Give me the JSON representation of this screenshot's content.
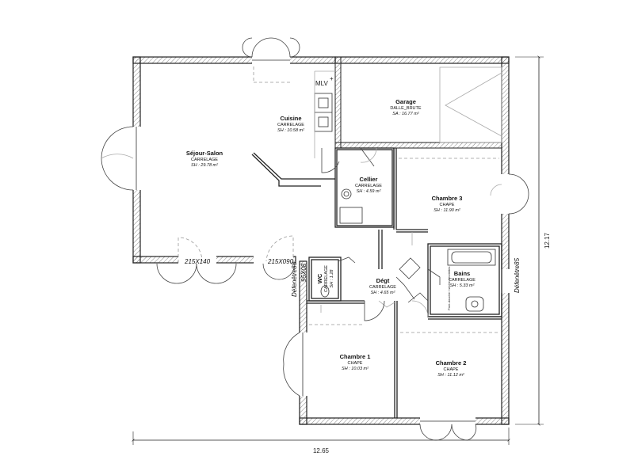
{
  "rooms": {
    "sejour": {
      "name": "Séjour-Salon",
      "floor": "CARRELAGE",
      "area": "SH : 29.78 m²"
    },
    "cuisine": {
      "name": "Cuisine",
      "floor": "CARRELAGE",
      "area": "SH : 10.58 m²"
    },
    "garage": {
      "name": "Garage",
      "floor": "DALLE_BRUTE",
      "area": "SA : 16.77 m²"
    },
    "cellier": {
      "name": "Cellier",
      "floor": "CARRELAGE",
      "area": "SH : 4.59 m²"
    },
    "chambre3": {
      "name": "Chambre 3",
      "floor": "CHAPE",
      "area": "SH : 11.90 m²"
    },
    "bains": {
      "name": "Bains",
      "floor": "CARRELAGE",
      "area": "SH : 5.33 m²"
    },
    "degt": {
      "name": "Dégt",
      "floor": "CARRELAGE",
      "area": "SH : 4.65 m²"
    },
    "wc": {
      "name": "WC",
      "floor": "CARRELAGE",
      "area": "SH : 1.28"
    },
    "chambre1": {
      "name": "Chambre 1",
      "floor": "CHAPE",
      "area": "SH : 10.03 m²"
    },
    "chambre2": {
      "name": "Chambre 2",
      "floor": "CHAPE",
      "area": "SH : 11.12 m²"
    }
  },
  "labels": {
    "mlv": "MLV",
    "mlv_mark": "+",
    "opening_1": "215X140",
    "opening_2": "215X090",
    "defenetre_left": "Défenêtre85",
    "opening_vertical": "95X08",
    "defenetre_right": "Défenêtre85",
    "shower_note": "Pare-douche / sèche-serviettes"
  },
  "dimensions": {
    "width": "12.65",
    "height": "12.17"
  }
}
